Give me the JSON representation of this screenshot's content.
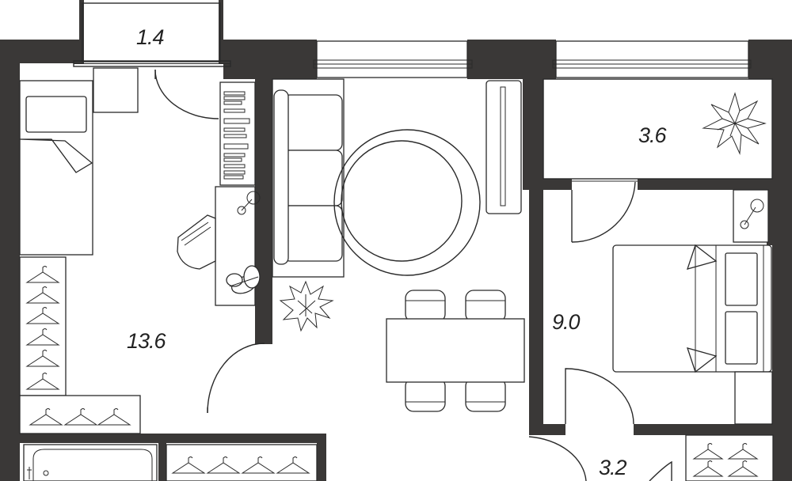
{
  "rooms": {
    "balcony_left_area": "1.4",
    "living_area": "13.6",
    "balcony_right_area": "3.6",
    "bedroom_area": "9.0",
    "hall_area": "3.2"
  },
  "colors": {
    "wall": "#3a3837",
    "line": "#2a2a2a",
    "background": "#ffffff"
  }
}
